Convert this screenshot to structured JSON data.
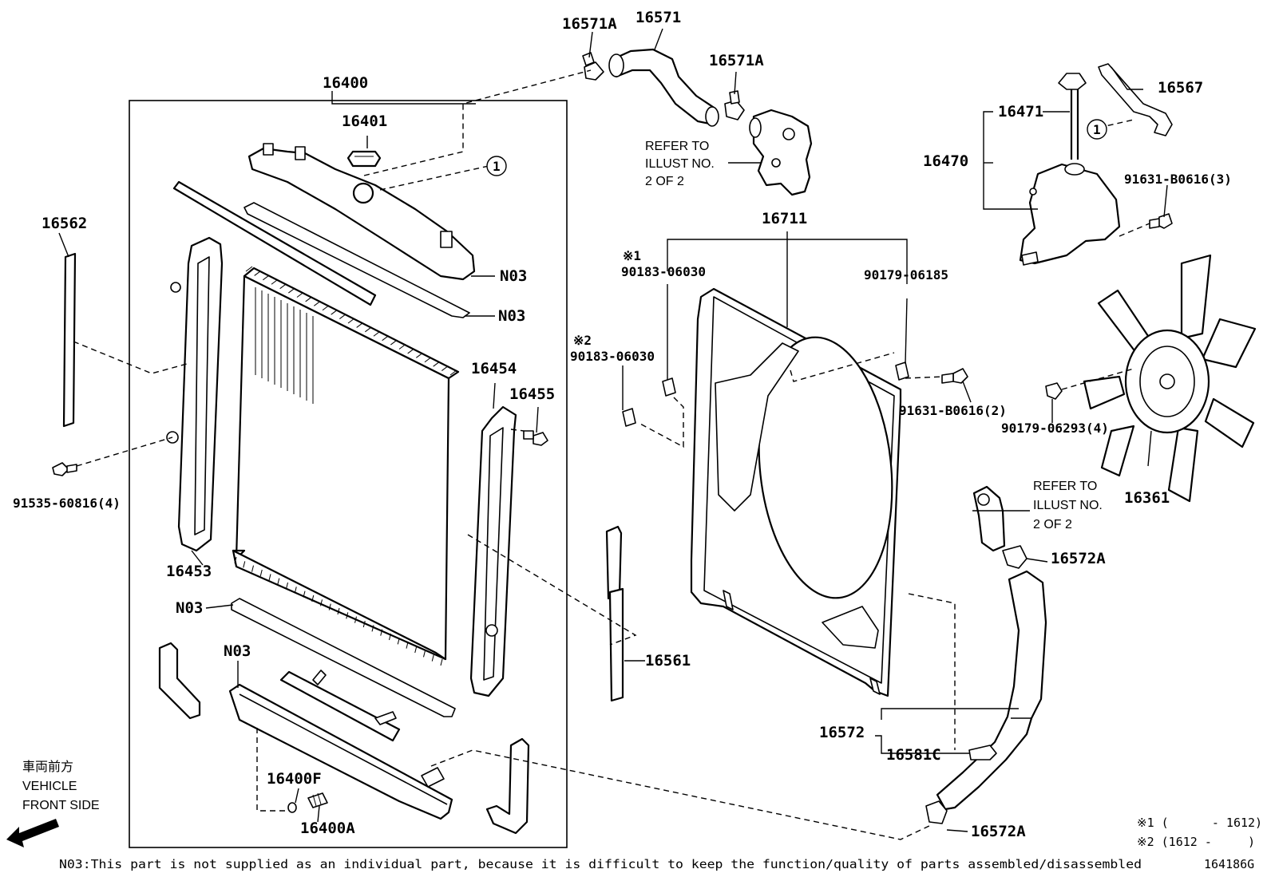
{
  "labels": {
    "p16400": "16400",
    "p16401": "16401",
    "p16562": "16562",
    "p16453": "16453",
    "p16454": "16454",
    "p16455": "16455",
    "p16561": "16561",
    "p16571": "16571",
    "p16571A_a": "16571A",
    "p16571A_b": "16571A",
    "p16711": "16711",
    "p16470": "16470",
    "p16471": "16471",
    "p16567": "16567",
    "p16361": "16361",
    "p16572": "16572",
    "p16572A_a": "16572A",
    "p16572A_b": "16572A",
    "p16581C": "16581C",
    "p16400F": "16400F",
    "p16400A": "16400A",
    "n03_upper1": "N03",
    "n03_upper2": "N03",
    "n03_lower1": "N03",
    "n03_lower2": "N03",
    "b91535": "91535-60816(4)",
    "b90183_1": "90183-06030",
    "b90183_2": "90183-06030",
    "b90179_06185": "90179-06185",
    "b91631_2": "91631-B0616(2)",
    "b91631_3": "91631-B0616(3)",
    "b90179_06293": "90179-06293(4)",
    "mark1": "※1",
    "mark2": "※2",
    "circle1": "1",
    "circle2": "1"
  },
  "refer_top": {
    "line1": "REFER TO",
    "line2": "ILLUST NO.",
    "line3": "2 OF 2"
  },
  "refer_right": {
    "line1": "REFER TO",
    "line2": "ILLUST NO.",
    "line3": "2 OF 2"
  },
  "front": {
    "jp": "車両前方",
    "line1": "VEHICLE",
    "line2": "FRONT SIDE"
  },
  "legend": {
    "row1": "※1 (      - 1612)",
    "row2": "※2 (1612 -     )"
  },
  "footnote": "N03:This part is not supplied as an individual part, because it is difficult to keep the function/quality of parts assembled/disassembled",
  "drawing_id": "164186G",
  "colors": {
    "line": "#000000",
    "background": "#ffffff"
  }
}
